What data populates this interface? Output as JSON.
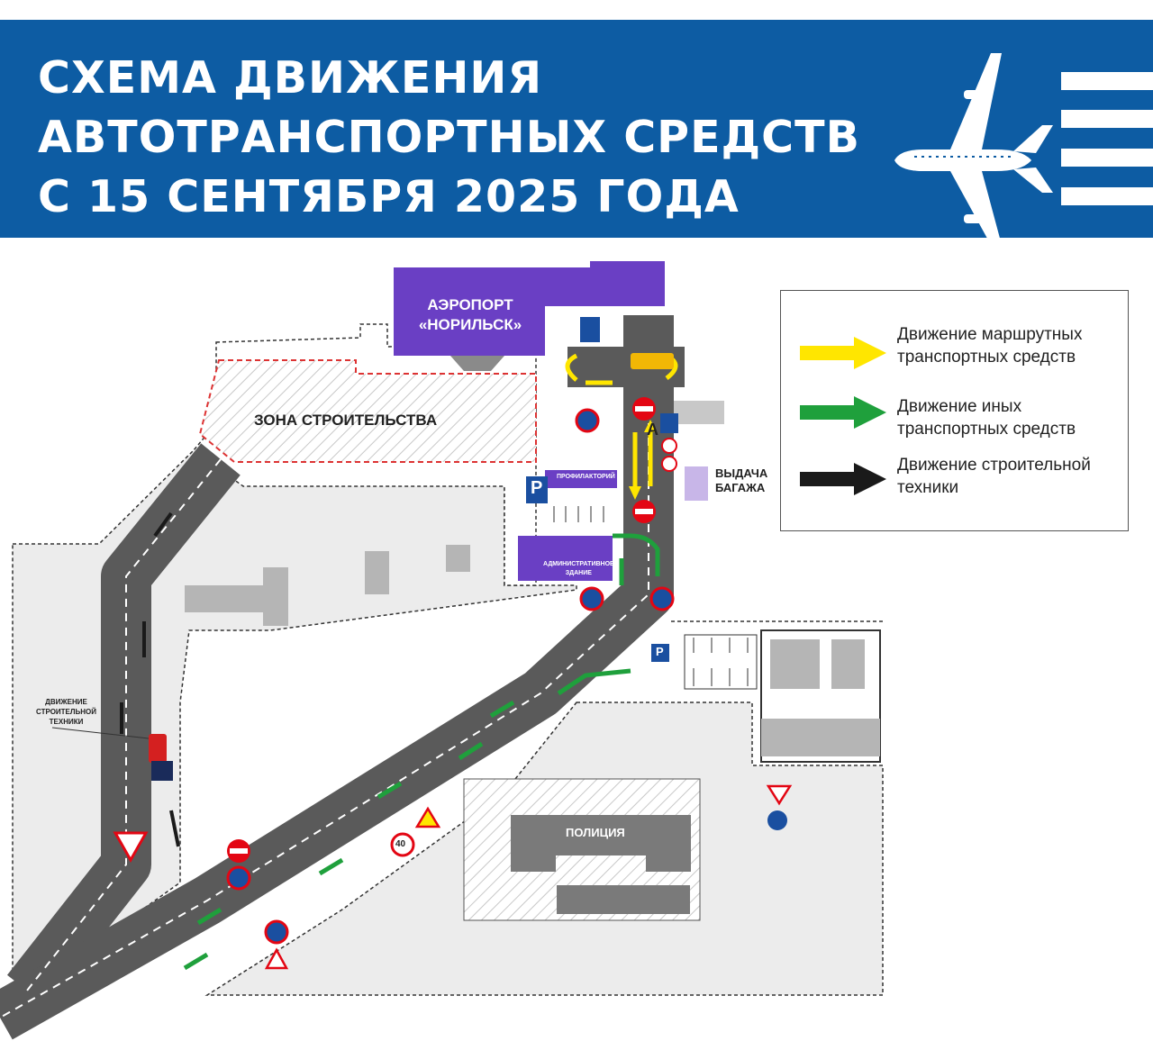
{
  "header": {
    "title_lines": [
      "СХЕМА ДВИЖЕНИЯ",
      "АВТОТРАНСПОРТНЫХ СРЕДСТВ",
      "С 15 СЕНТЯБРЯ 2025 ГОДА"
    ],
    "icon": "airplane-icon"
  },
  "legend": {
    "items": [
      {
        "label_lines": [
          "Движение маршрутных",
          "транспортных средств"
        ],
        "color": "#ffe600"
      },
      {
        "label_lines": [
          "Движение иных",
          "транспортных средств"
        ],
        "color": "#1fa03c"
      },
      {
        "label_lines": [
          "Движение строительной",
          "техники"
        ],
        "color": "#1a1a1a"
      }
    ]
  },
  "map": {
    "airport_lines": [
      "АЭРОПОРТ",
      "«НОРИЛЬСК»"
    ],
    "construction_zone": "ЗОНА СТРОИТЕЛЬСТВА",
    "police": "ПОЛИЦИЯ",
    "baggage_lines": [
      "ВЫДАЧА",
      "БАГАЖА"
    ],
    "profilaktory": "ПРОФИЛАКТОРИЙ",
    "admin_lines": [
      "АДМИНИСТРАТИВНОЕ",
      "ЗДАНИЕ"
    ],
    "construction_traffic_lines": [
      "ДВИЖЕНИЕ",
      "СТРОИТЕЛЬНОЙ",
      "ТЕХНИКИ"
    ],
    "speed_limit": "40",
    "parking_letter": "P",
    "stop_letter": "A",
    "colors": {
      "road": "#5a5a5a",
      "building": "#6a3fc4",
      "bus": "#ffe600",
      "other": "#1fa03c",
      "construction": "#1a1a1a",
      "sign_red": "#e30613",
      "sign_blue": "#1a4fa0"
    }
  }
}
